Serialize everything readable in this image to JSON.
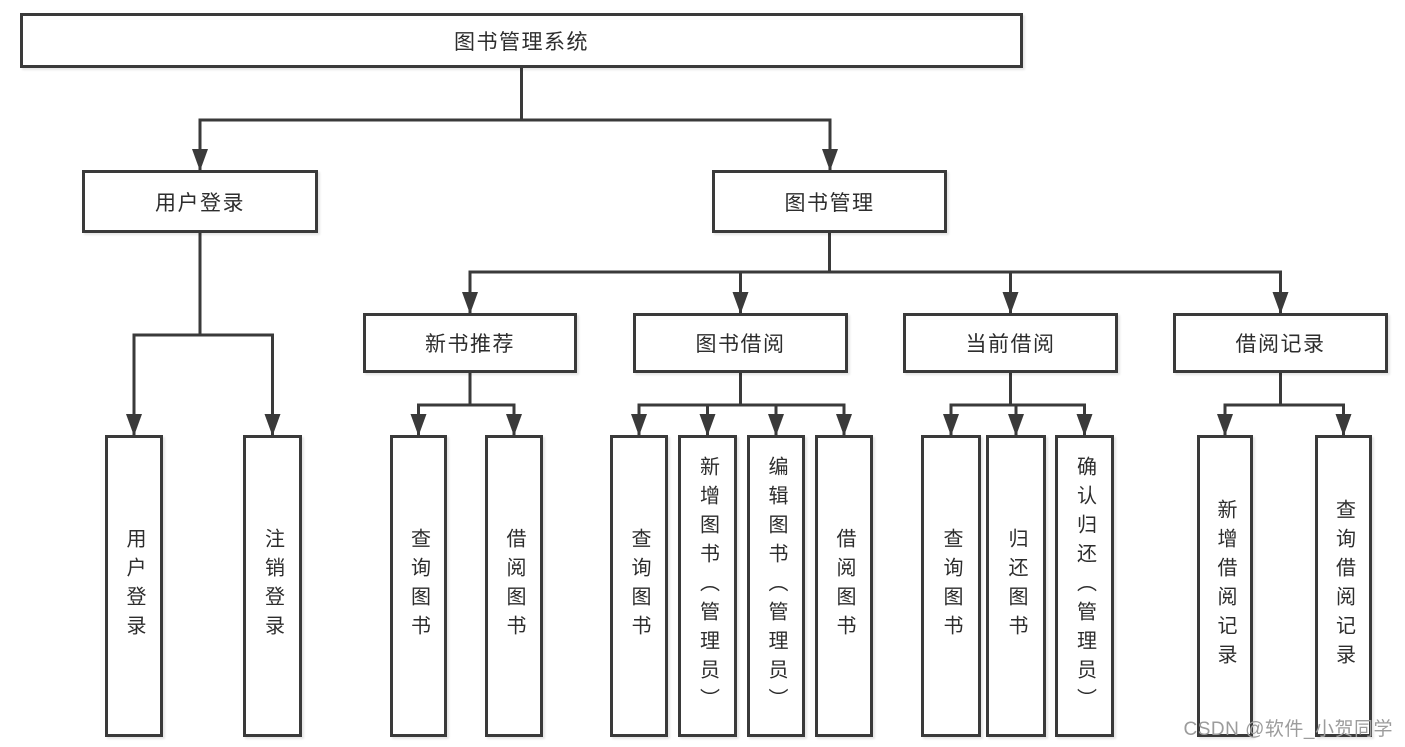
{
  "diagram": {
    "root": {
      "label": "图书管理系统"
    },
    "level2": [
      {
        "label": "用户登录"
      },
      {
        "label": "图书管理"
      }
    ],
    "level3": [
      {
        "label": "新书推荐"
      },
      {
        "label": "图书借阅"
      },
      {
        "label": "当前借阅"
      },
      {
        "label": "借阅记录"
      }
    ],
    "level4": {
      "user_login": [
        {
          "label": "用户登录"
        },
        {
          "label": "注销登录"
        }
      ],
      "new_book_recommend": [
        {
          "label": "查询图书"
        },
        {
          "label": "借阅图书"
        }
      ],
      "book_borrow": [
        {
          "label": "查询图书"
        },
        {
          "label": "新增图书（管理员）"
        },
        {
          "label": "编辑图书（管理员）"
        },
        {
          "label": "借阅图书"
        }
      ],
      "current_borrow": [
        {
          "label": "查询图书"
        },
        {
          "label": "归还图书"
        },
        {
          "label": "确认归还（管理员）"
        }
      ],
      "borrow_records": [
        {
          "label": "新增借阅记录"
        },
        {
          "label": "查询借阅记录"
        }
      ]
    }
  },
  "watermark": {
    "text": "CSDN @软件_小贺同学"
  },
  "colors": {
    "line": "#3a3a3a",
    "box_border": "#3a3a3a",
    "box_fill": "#ffffff",
    "text": "#2d2d2d",
    "watermark": "#9c9c9c",
    "background": "#ffffff"
  }
}
